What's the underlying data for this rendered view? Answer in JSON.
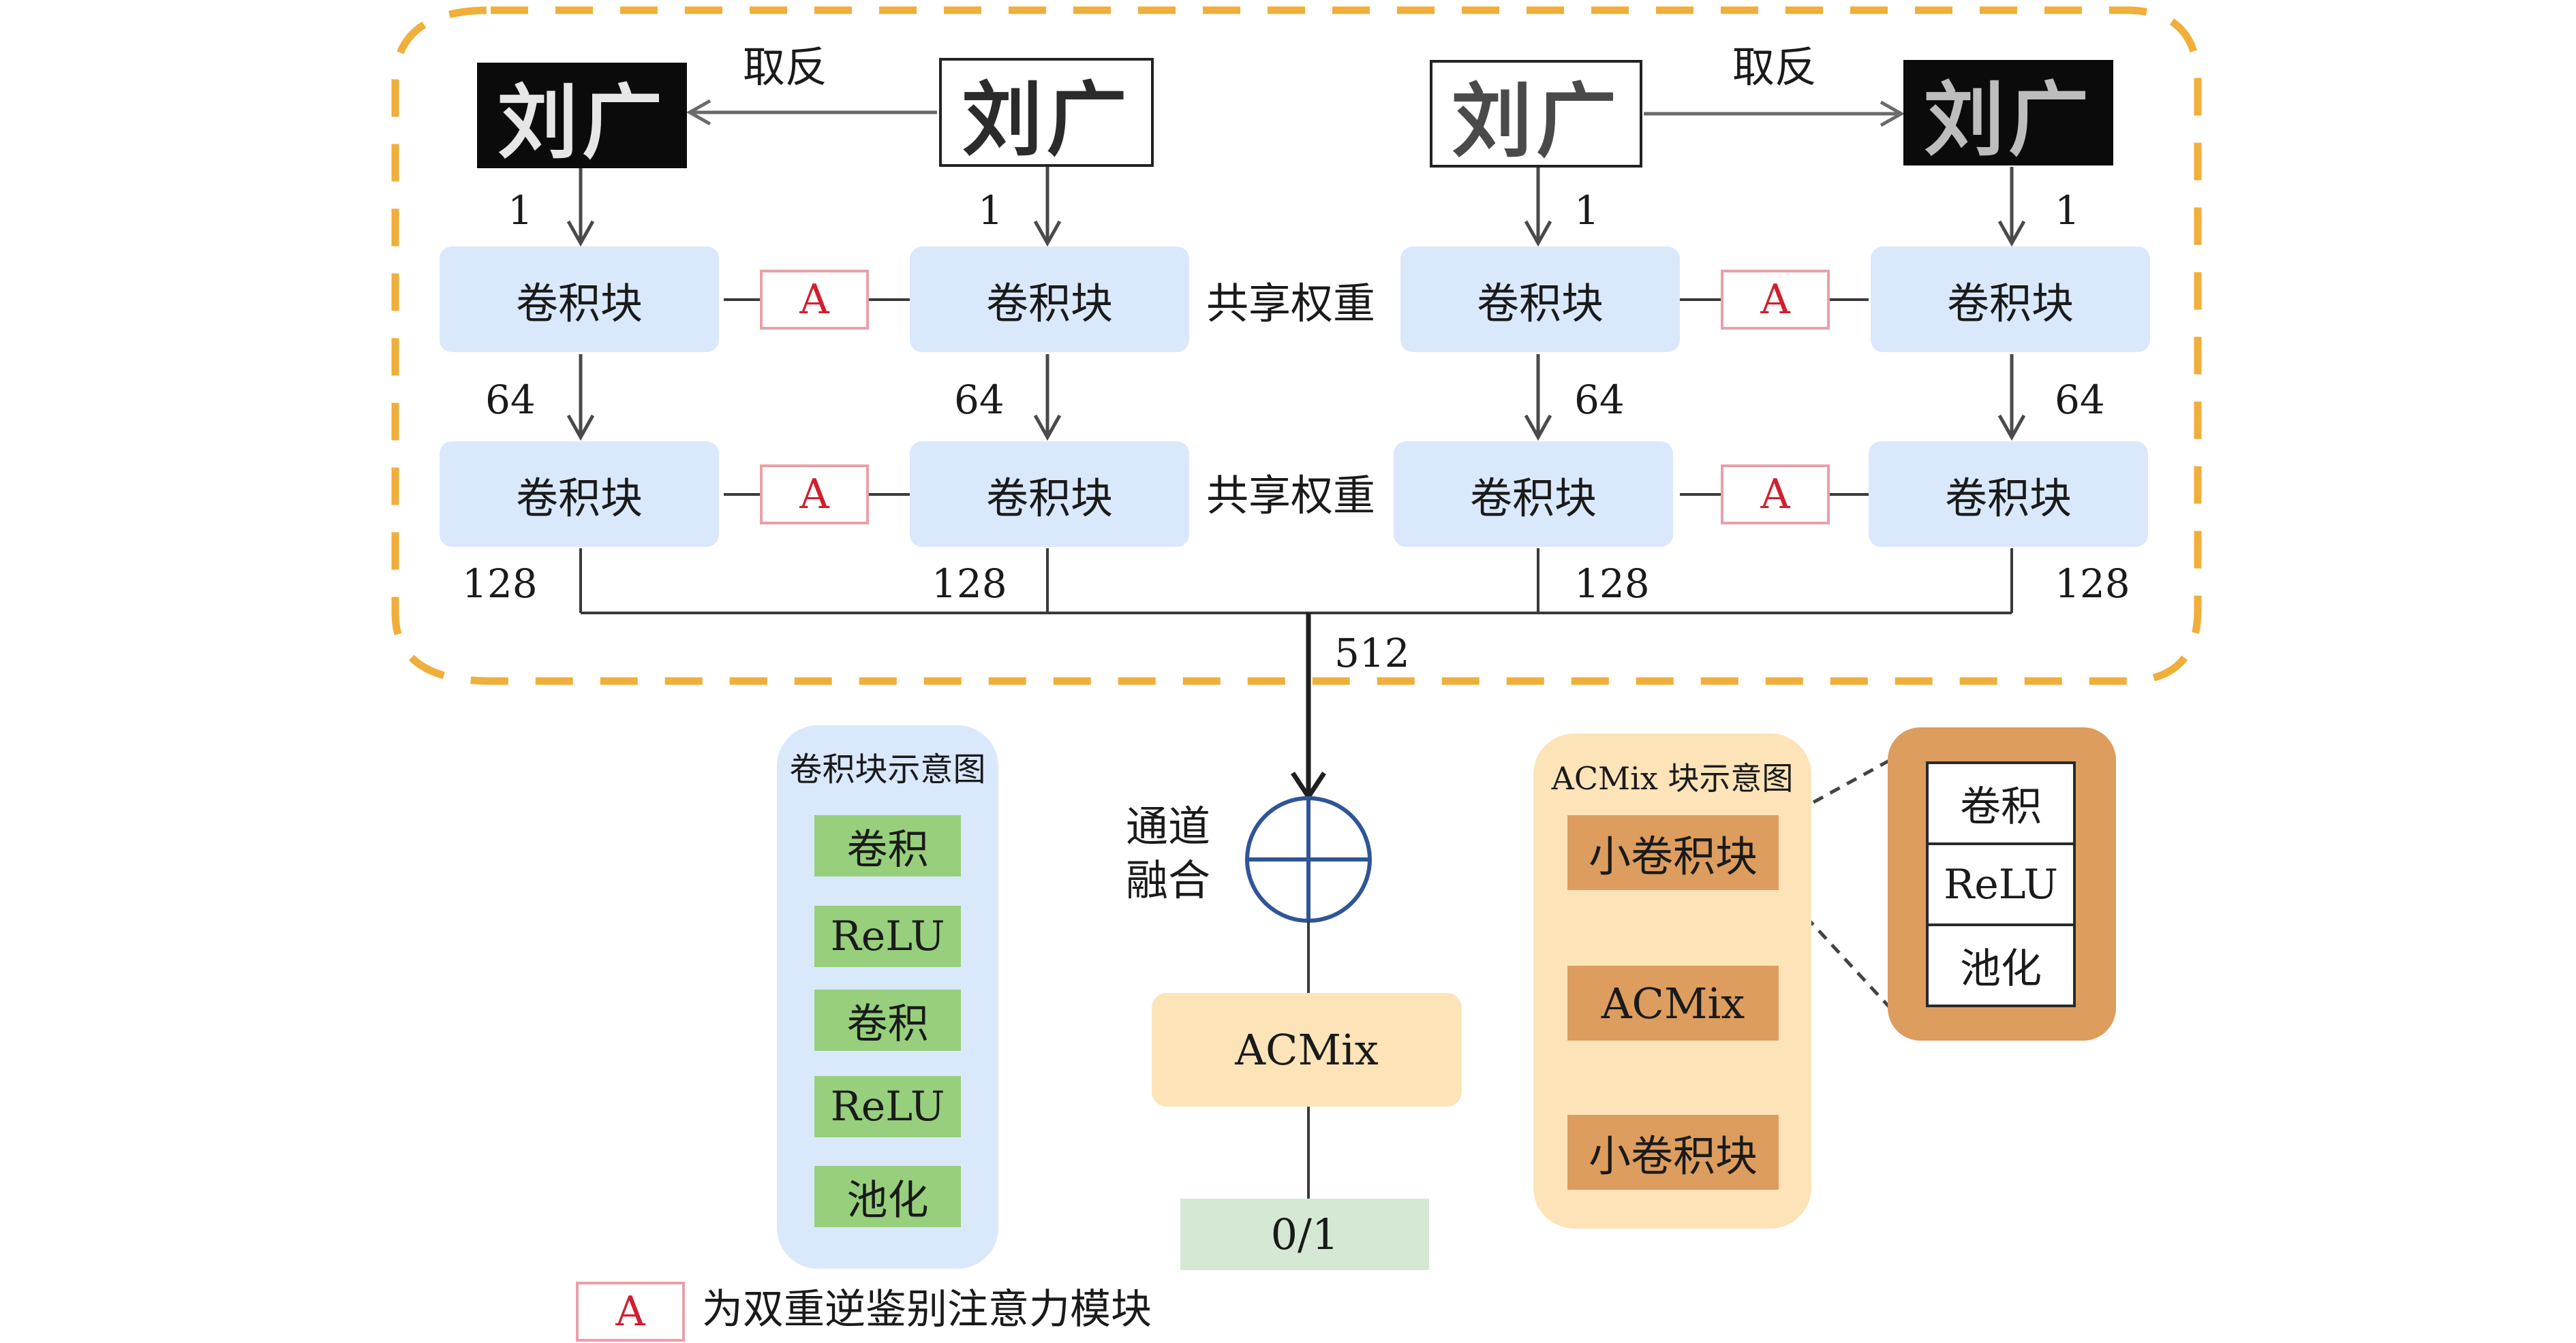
{
  "images": {
    "char_text": "刘广",
    "top_left": "刘广",
    "top_mid_left": "刘广",
    "top_mid_right": "刘广",
    "top_right": "刘广"
  },
  "labels": {
    "invert_left": "取反",
    "invert_right": "取反",
    "shared_weight_1": "共享权重",
    "shared_weight_2": "共享权重",
    "channel_fusion_line1": "通道",
    "channel_fusion_line2": "融合",
    "concat_channels": "512"
  },
  "channels": {
    "input": [
      "1",
      "1",
      "1",
      "1"
    ],
    "after_block1": [
      "64",
      "64",
      "64",
      "64"
    ],
    "after_block2": [
      "128",
      "128",
      "128",
      "128"
    ]
  },
  "conv_block_label": "卷积块",
  "attention_label": "A",
  "acmix_label": "ACMix",
  "output_label": "0/1",
  "conv_block_legend": {
    "title": "卷积块示意图",
    "items": [
      "卷积",
      "ReLU",
      "卷积",
      "ReLU",
      "池化"
    ]
  },
  "acmix_legend": {
    "title": "ACMix 块示意图",
    "items": [
      "小卷积块",
      "ACMix",
      "小卷积块"
    ],
    "zoom_items": [
      "卷积",
      "ReLU",
      "池化"
    ]
  },
  "footnote": {
    "symbol": "A",
    "text": "为双重逆鉴别注意力模块"
  },
  "colors": {
    "dashed_border": "#f0ae3a",
    "conv_block": "#dae8fc",
    "attention_border": "#e8a0a8",
    "attention_text": "#d01f2e",
    "acmix_box": "#fde4b8",
    "output_box": "#d5e8d4",
    "conv_legend_bg": "#dae8fc",
    "conv_legend_item": "#97cf7c",
    "acmix_legend_bg": "#fde4b8",
    "acmix_legend_item": "#dc9d5e",
    "zoom_panel": "#dc9d5e",
    "fusion_circle": "#2f5597"
  }
}
